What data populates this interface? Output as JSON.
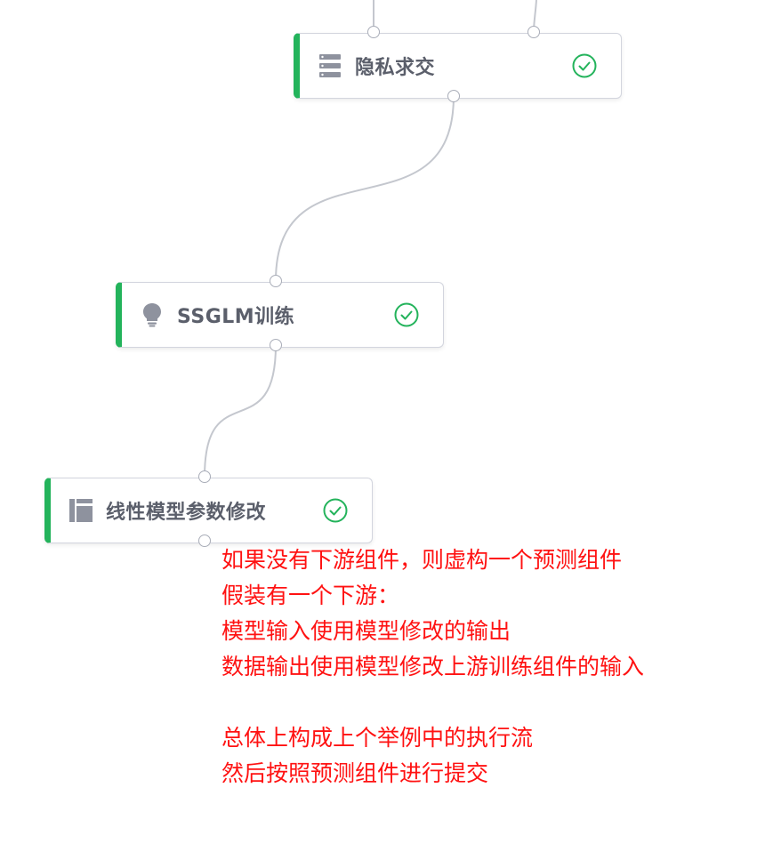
{
  "nodes": [
    {
      "id": "privacy-intersection",
      "label": "隐私求交",
      "icon": "database-rows-icon",
      "status": "success-check-icon"
    },
    {
      "id": "ssglm-training",
      "label": "SSGLM训练",
      "icon": "lightbulb-icon",
      "status": "success-check-icon"
    },
    {
      "id": "linear-model-param-modify",
      "label": "线性模型参数修改",
      "icon": "layout-panel-icon",
      "status": "success-check-icon"
    }
  ],
  "colors": {
    "node_accent": "#23b35b",
    "node_border": "#d3d5de",
    "label_text": "#5b5f6b",
    "edge": "#c4c7ce",
    "check": "#23b35b",
    "annotation": "#ff1212"
  },
  "annotation": {
    "lines": [
      "如果没有下游组件，则虚构一个预测组件",
      "假装有一个下游：",
      "模型输入使用模型修改的输出",
      "数据输出使用模型修改上游训练组件的输入",
      "",
      "总体上构成上个举例中的执行流",
      "然后按照预测组件进行提交"
    ]
  }
}
